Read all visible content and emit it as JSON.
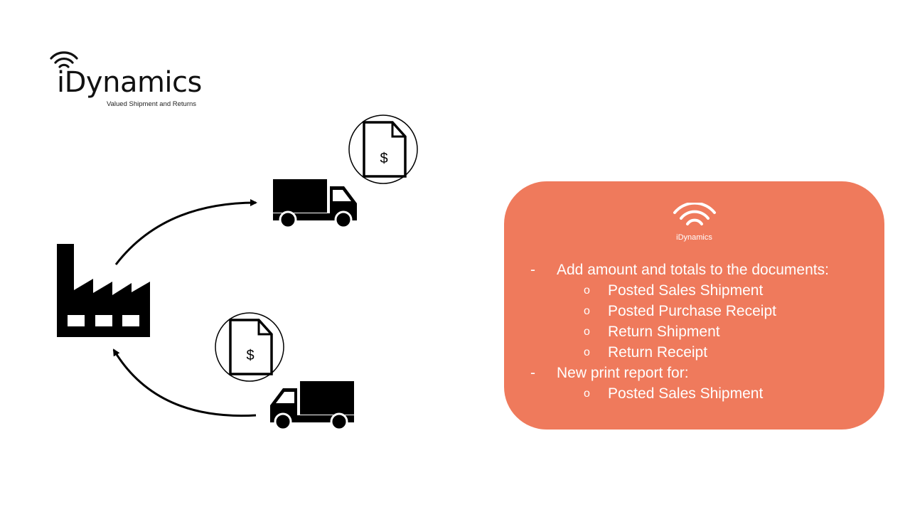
{
  "logo": {
    "brand": "iDynamics",
    "tagline": "Valued Shipment and Returns"
  },
  "diagram": {
    "icons": [
      "factory-icon",
      "truck-outbound-icon",
      "truck-return-icon",
      "invoice-document-icon",
      "arrow-icon"
    ],
    "document_symbol_top": "$",
    "document_symbol_bottom": "$"
  },
  "card": {
    "brand": "iDynamics",
    "color": "#EF7A5C",
    "items": [
      {
        "marker": "-",
        "label": "Add amount and totals to the documents:",
        "sub": [
          {
            "marker": "o",
            "label": "Posted Sales Shipment"
          },
          {
            "marker": "o",
            "label": "Posted Purchase Receipt"
          },
          {
            "marker": "o",
            "label": "Return Shipment"
          },
          {
            "marker": "o",
            "label": "Return Receipt"
          }
        ]
      },
      {
        "marker": "-",
        "label": "New print report for:",
        "sub": [
          {
            "marker": "o",
            "label": "Posted Sales Shipment"
          }
        ]
      }
    ]
  }
}
